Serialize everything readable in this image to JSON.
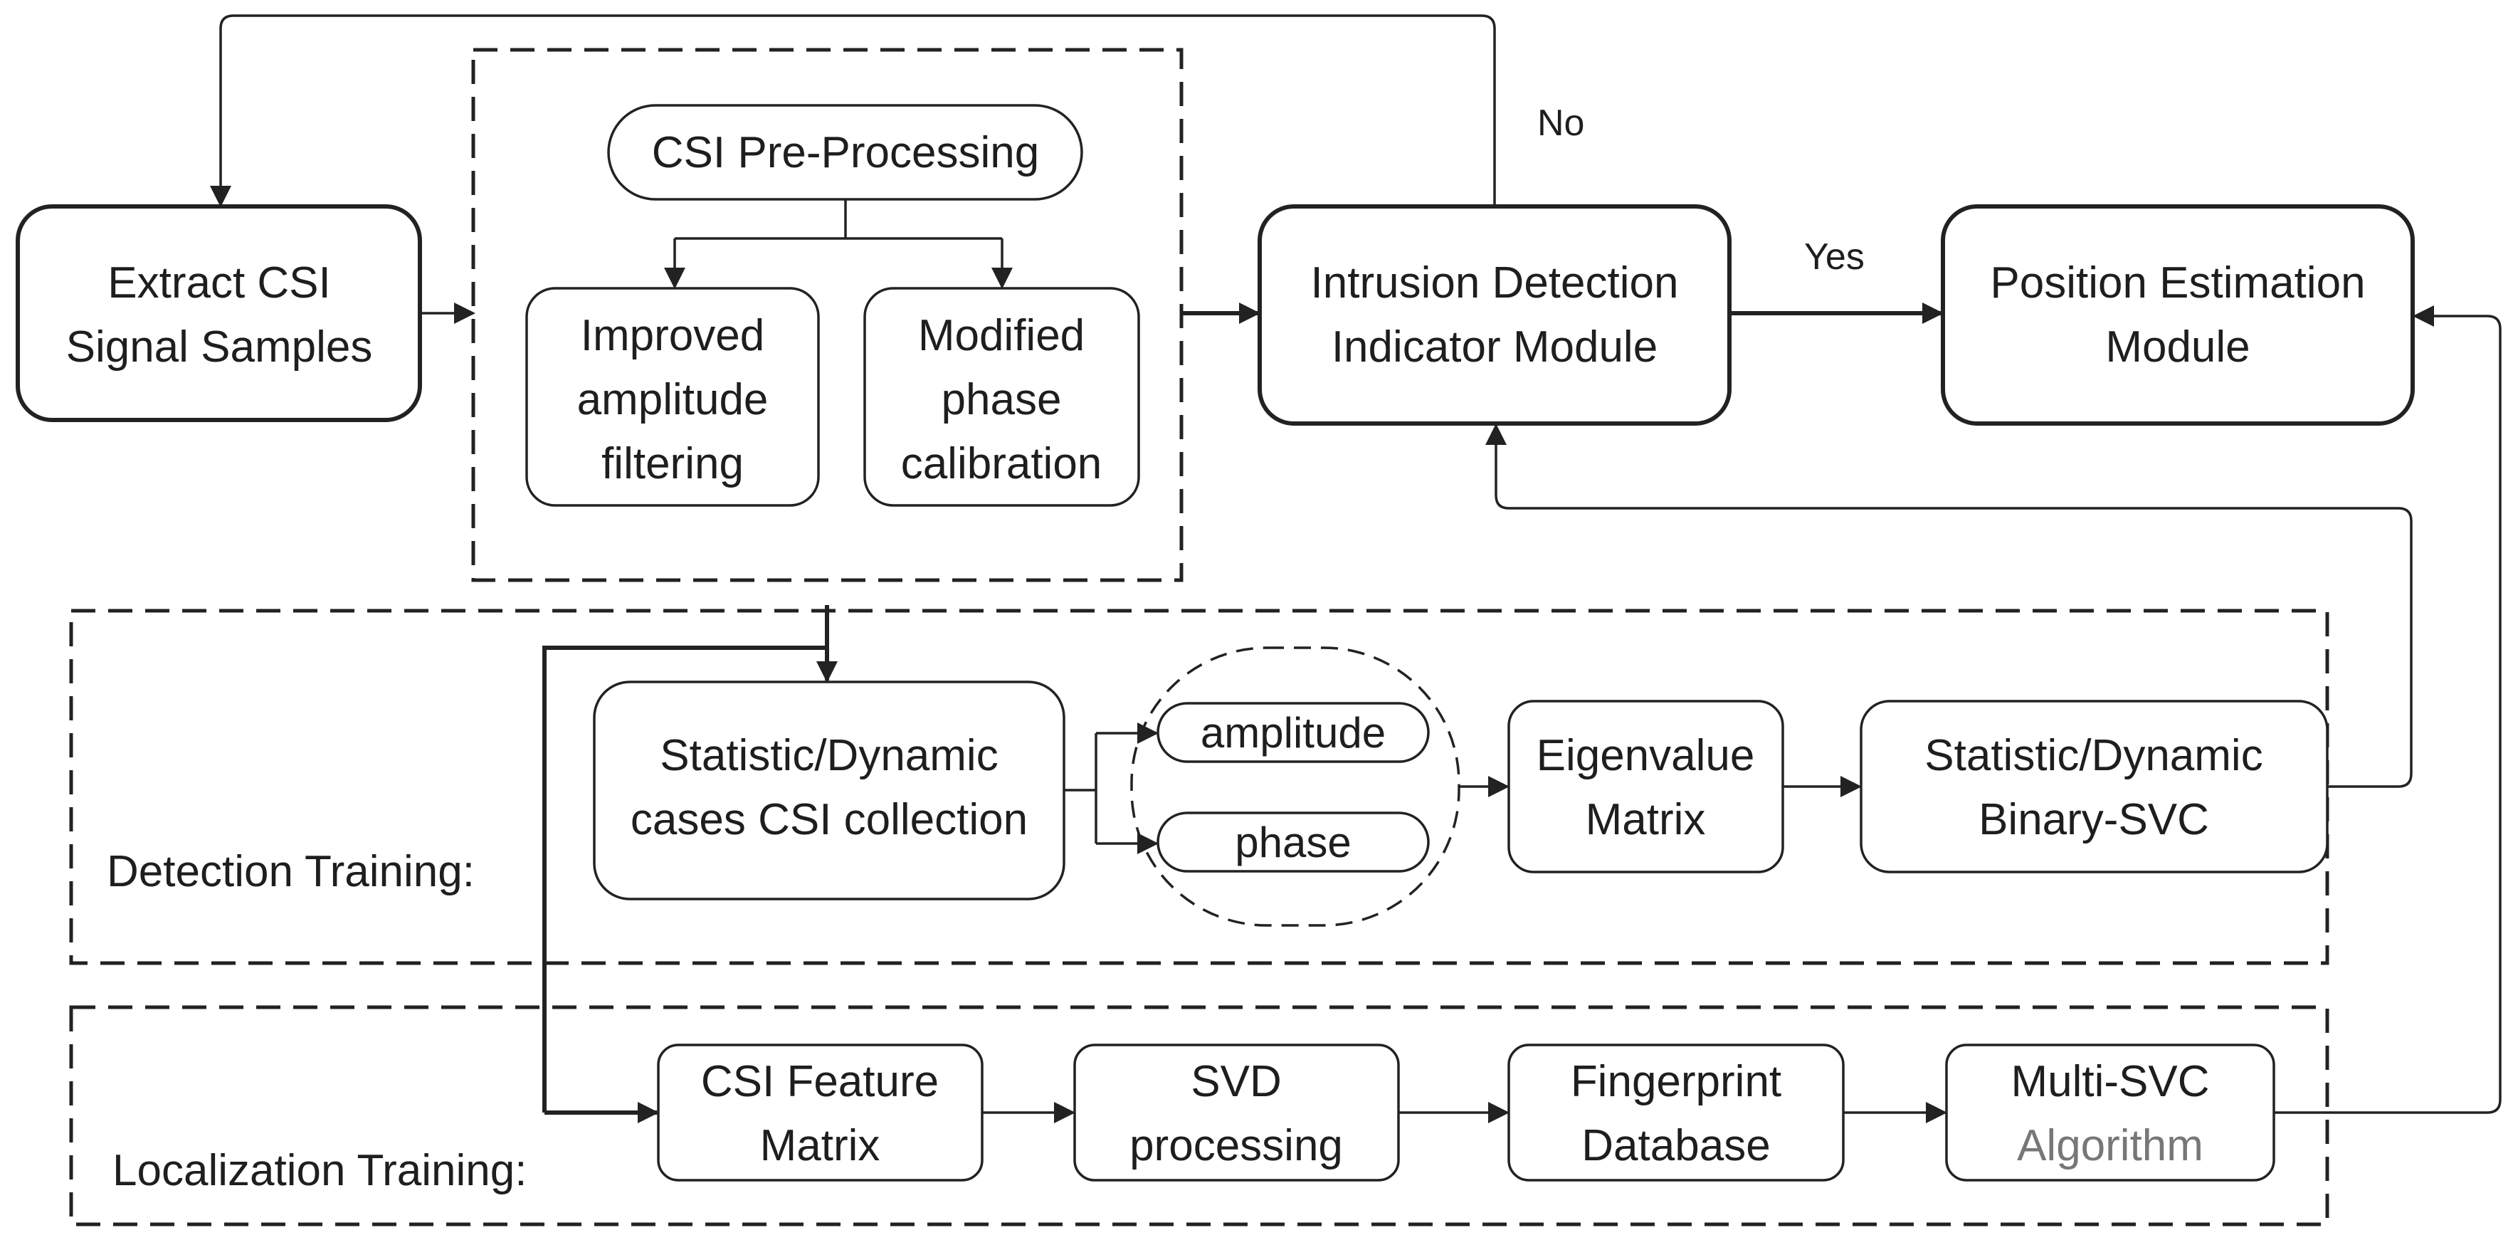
{
  "nodes": {
    "extract_csi": {
      "line1": "Extract CSI",
      "line2": "Signal Samples"
    },
    "pre_processing": {
      "label": "CSI Pre-Processing"
    },
    "amplitude_filtering": {
      "line1": "Improved",
      "line2": "amplitude",
      "line3": "filtering"
    },
    "phase_calibration": {
      "line1": "Modified",
      "line2": "phase",
      "line3": "calibration"
    },
    "intrusion_detection": {
      "line1": "Intrusion Detection",
      "line2": "Indicator Module"
    },
    "position_estimation": {
      "line1": "Position Estimation",
      "line2": "Module"
    },
    "csi_collection": {
      "line1": "Statistic/Dynamic",
      "line2": "cases CSI collection"
    },
    "amplitude": {
      "label": "amplitude"
    },
    "phase": {
      "label": "phase"
    },
    "eigenvalue_matrix": {
      "line1": "Eigenvalue",
      "line2": "Matrix"
    },
    "binary_svc": {
      "line1": "Statistic/Dynamic",
      "line2": "Binary-SVC"
    },
    "feature_matrix": {
      "line1": "CSI Feature",
      "line2": "Matrix"
    },
    "svd_processing": {
      "line1": "SVD",
      "line2": "processing"
    },
    "fingerprint_db": {
      "line1": "Fingerprint",
      "line2": "Database"
    },
    "multi_svc": {
      "line1": "Multi-SVC",
      "line2": "Algorithm"
    }
  },
  "edge_labels": {
    "no": "No",
    "yes": "Yes"
  },
  "regions": {
    "detection_training": "Detection Training:",
    "localization_training": "Localization Training:"
  },
  "colors": {
    "stroke": "#222222",
    "text": "#1e1e1e",
    "muted_text": "#777777",
    "background": "#ffffff"
  }
}
